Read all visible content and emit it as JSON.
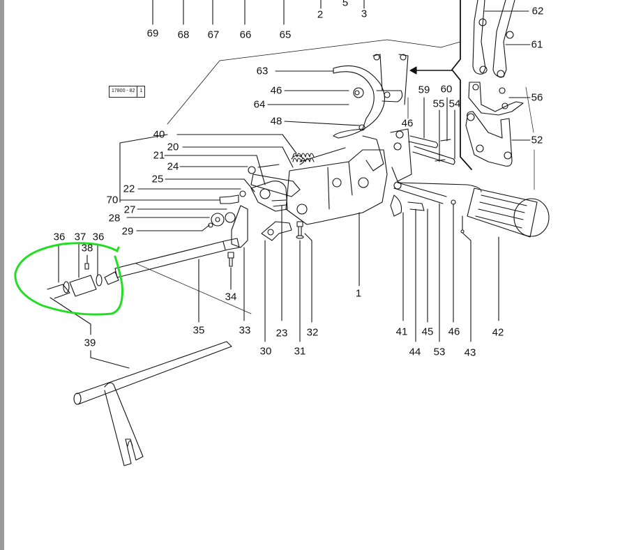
{
  "page": {
    "title": "Exploded parts diagram - gear shift mechanism",
    "annotation_color": "#22dd22",
    "line_color": "#111111",
    "background": "#ffffff"
  },
  "reference_box": {
    "code": "17800 - 82",
    "sheet": "1"
  },
  "callouts": [
    {
      "id": "69",
      "text": "69"
    },
    {
      "id": "68",
      "text": "68"
    },
    {
      "id": "67",
      "text": "67"
    },
    {
      "id": "66",
      "text": "66"
    },
    {
      "id": "65",
      "text": "65"
    },
    {
      "id": "2",
      "text": "2"
    },
    {
      "id": "5",
      "text": "5"
    },
    {
      "id": "3",
      "text": "3"
    },
    {
      "id": "62",
      "text": "62"
    },
    {
      "id": "61",
      "text": "61"
    },
    {
      "id": "56",
      "text": "56"
    },
    {
      "id": "52",
      "text": "52"
    },
    {
      "id": "63",
      "text": "63"
    },
    {
      "id": "46a",
      "text": "46"
    },
    {
      "id": "64",
      "text": "64"
    },
    {
      "id": "48",
      "text": "48"
    },
    {
      "id": "46b",
      "text": "46"
    },
    {
      "id": "59",
      "text": "59"
    },
    {
      "id": "60",
      "text": "60"
    },
    {
      "id": "55",
      "text": "55"
    },
    {
      "id": "54",
      "text": "54"
    },
    {
      "id": "40",
      "text": "40"
    },
    {
      "id": "20",
      "text": "20"
    },
    {
      "id": "21",
      "text": "21"
    },
    {
      "id": "24",
      "text": "24"
    },
    {
      "id": "25",
      "text": "25"
    },
    {
      "id": "22",
      "text": "22"
    },
    {
      "id": "70",
      "text": "70"
    },
    {
      "id": "27",
      "text": "27"
    },
    {
      "id": "28",
      "text": "28"
    },
    {
      "id": "29",
      "text": "29"
    },
    {
      "id": "36a",
      "text": "36"
    },
    {
      "id": "37",
      "text": "37"
    },
    {
      "id": "36b",
      "text": "36"
    },
    {
      "id": "38",
      "text": "38"
    },
    {
      "id": "34",
      "text": "34"
    },
    {
      "id": "35",
      "text": "35"
    },
    {
      "id": "33",
      "text": "33"
    },
    {
      "id": "23",
      "text": "23"
    },
    {
      "id": "32",
      "text": "32"
    },
    {
      "id": "30",
      "text": "30"
    },
    {
      "id": "31",
      "text": "31"
    },
    {
      "id": "1",
      "text": "1"
    },
    {
      "id": "39",
      "text": "39"
    },
    {
      "id": "41",
      "text": "41"
    },
    {
      "id": "45",
      "text": "45"
    },
    {
      "id": "46c",
      "text": "46"
    },
    {
      "id": "42",
      "text": "42"
    },
    {
      "id": "44",
      "text": "44"
    },
    {
      "id": "53",
      "text": "53"
    },
    {
      "id": "43",
      "text": "43"
    }
  ],
  "highlight": {
    "shape": "freehand-circle",
    "encloses": [
      "36",
      "37",
      "38",
      "36"
    ]
  }
}
